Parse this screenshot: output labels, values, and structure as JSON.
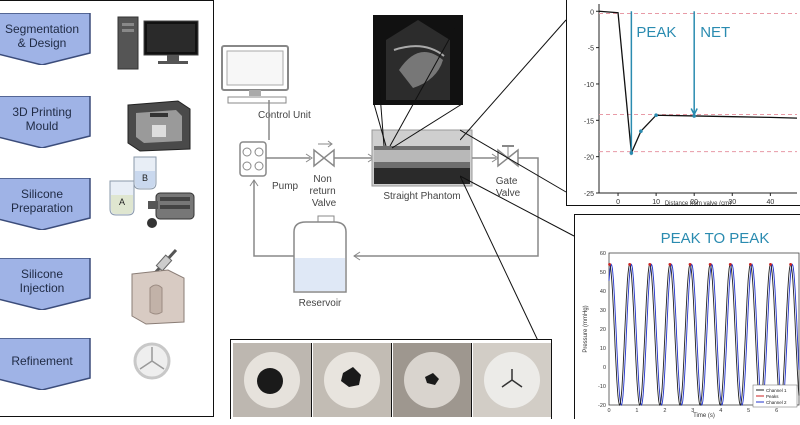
{
  "steps": [
    {
      "label": "Segmentation\n& Design",
      "icon": "computer-icon"
    },
    {
      "label": "3D Printing\nMould",
      "icon": "printer-3d-icon"
    },
    {
      "label": "Silicone\nPreparation",
      "icon": "beakers-pump-icon",
      "beaker_a": "A",
      "beaker_b": "B"
    },
    {
      "label": "Silicone\nInjection",
      "icon": "syringe-mould-icon"
    },
    {
      "label": "Refinement",
      "icon": "valve-icon"
    }
  ],
  "circuit": {
    "control_unit": "Control Unit",
    "pump": "Pump",
    "non_return_valve": "Non\nreturn\nValve",
    "phantom": "Straight Phantom",
    "gate_valve": "Gate\nValve",
    "reservoir": "Reservoir"
  },
  "chart_data": [
    {
      "type": "line",
      "annotations": [
        "PEAK",
        "NET"
      ],
      "xlabel": "Distance from valve (cm)",
      "ylabel": "",
      "xticks": [
        0,
        10,
        20,
        30,
        40
      ],
      "yticks": [
        0,
        -5,
        -10,
        -15,
        -20,
        -25
      ],
      "xlim": [
        -5,
        47
      ],
      "ylim": [
        -25,
        1
      ],
      "series": [
        {
          "x": [
            -5,
            0,
            3.5,
            6,
            10,
            20,
            30,
            40,
            47
          ],
          "y": [
            0,
            -0.2,
            -19.5,
            -16.5,
            -14.3,
            -14.4,
            -14.5,
            -14.6,
            -14.7
          ]
        }
      ],
      "reference_lines": [
        -0.3,
        -14.2,
        -19.3
      ],
      "peak_x": 3.5,
      "net_x": 20,
      "colors": {
        "line": "#111111",
        "arrow": "#2a8bb0",
        "dashed": "#e89aa6",
        "marker": "#2a8bb0"
      }
    },
    {
      "type": "line",
      "title": "PEAK TO PEAK",
      "xlabel": "Time (s)",
      "ylabel": "Pressure (mmHg)",
      "xticks": [
        0,
        1,
        2,
        3,
        4,
        5,
        6
      ],
      "yticks": [
        60,
        50,
        40,
        30,
        20,
        10,
        0,
        -10,
        -20
      ],
      "xlim": [
        0,
        6.8
      ],
      "ylim": [
        -20,
        60
      ],
      "period": 0.72,
      "amplitude": 37,
      "offset": 17,
      "series": [
        {
          "name": "Channel 1",
          "color": "#222222"
        },
        {
          "name": "Peaks",
          "color": "#cc2222"
        },
        {
          "name": "Channel 2",
          "color": "#2233cc"
        }
      ],
      "legend": "bottom-right"
    }
  ]
}
